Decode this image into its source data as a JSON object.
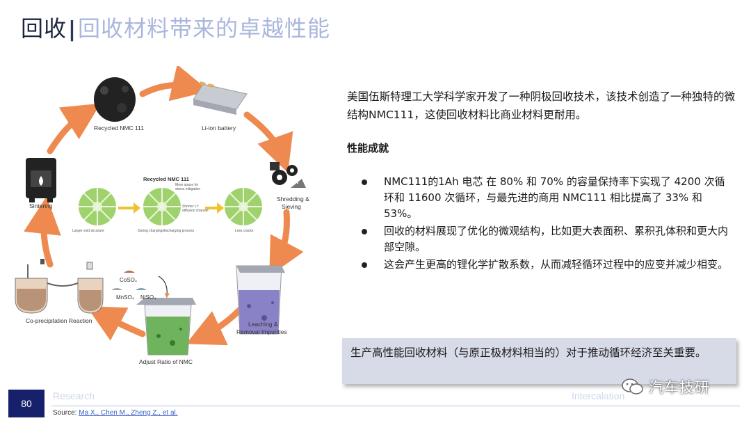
{
  "slide": {
    "title_main": "回收",
    "title_separator": "|",
    "title_sub": "回收材料带来的卓越性能",
    "page_number": "80"
  },
  "diagram": {
    "labels": {
      "recycled_nmc": "Recycled NMC 111",
      "li_ion_battery": "Li-ion battery",
      "shredding_1": "Shredding &",
      "shredding_2": "Sieving",
      "leaching_1": "Leaching &",
      "leaching_2": "Removal Impurities",
      "adjust_ratio": "Adjust Ratio of NMC",
      "co_precipitation": "Co-precipitation Reaction",
      "sintering": "Sintering"
    },
    "center": {
      "title": "Recycled NMC 111",
      "note_1": "More space for",
      "note_2": "stress mitigation",
      "note_3": "Shorter Li⁺",
      "note_4": "diffusion channel",
      "caption_left": "Larger void structure",
      "caption_mid": "During charging/discharging process",
      "caption_right": "Less cracks"
    },
    "chemicals": {
      "coso4": "CoSO₄",
      "mnso4": "MnSO₄",
      "niso4": "NiSO₄"
    },
    "colors": {
      "arrow": "#ee8a4f",
      "mid_arrow": "#f2c12e",
      "leach_liquid": "#8a82c6",
      "adjust_liquid": "#6fb35c",
      "particle": "#9fd26c"
    },
    "icons": [
      "black-particle-icon",
      "pouch-battery-icon",
      "gears-icon",
      "furnace-icon",
      "reactor-icon",
      "beaker-icon"
    ]
  },
  "content": {
    "intro": "美国伍斯特理工大学科学家开发了一种阴极回收技术，该技术创造了一种独特的微结构NMC111，这使回收材料比商业材料更耐用。",
    "achievements_heading": "性能成就",
    "bullets": [
      "NMC111的1Ah 电芯 在 80% 和 70% 的容量保持率下实现了 4200 次循环和 11600 次循环，与最先进的商用 NMC111 相比提高了 33% 和 53%。",
      "回收的材料展现了优化的微观结构，比如更大表面积、累积孔体积和更大内部空隙。",
      "这会产生更高的锂化学扩散系数，从而减轻循环过程中的应变并减少相变。"
    ],
    "conclusion": "生产高性能回收材料（与原正极材料相当的）对于推动循环经济至关重要。"
  },
  "footer": {
    "left": "Research",
    "right": "Intercalation",
    "source_label": "Source: ",
    "source_link": "Ma X., Chen M., Zheng Z., et al.",
    "watermark": "汽车技研"
  }
}
